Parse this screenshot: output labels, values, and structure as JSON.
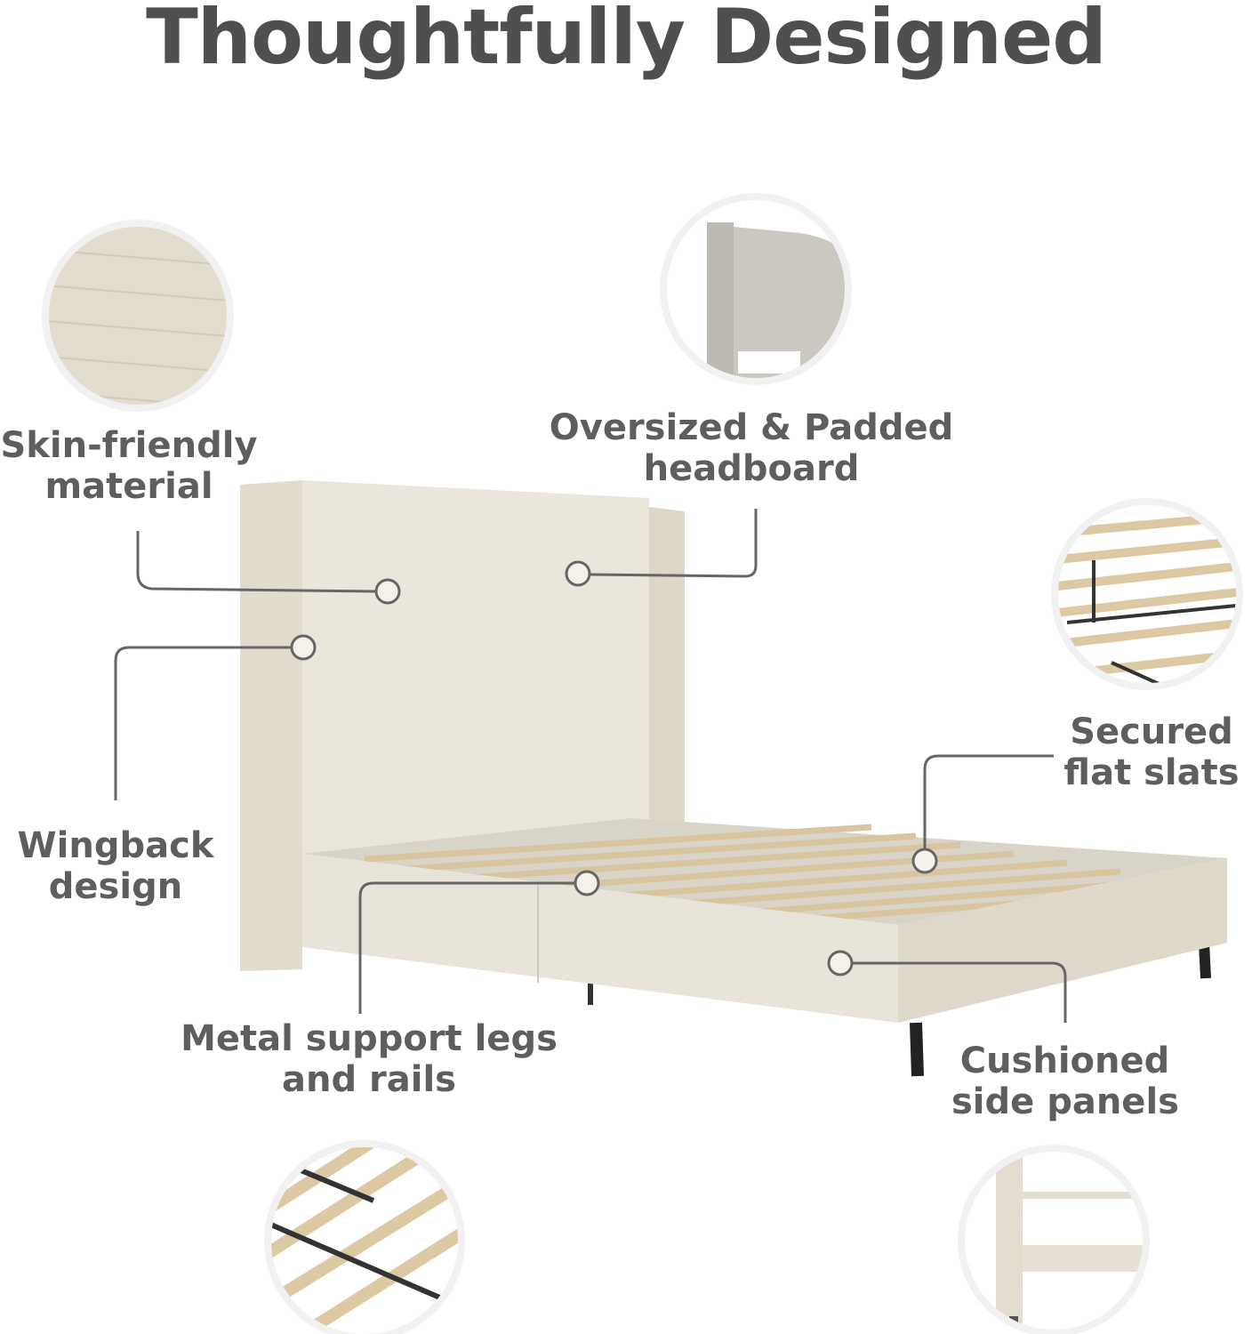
{
  "title": "Thoughtfully Designed",
  "features": [
    {
      "line1": "Skin-friendly",
      "line2": "material"
    },
    {
      "line1": "Oversized & Padded",
      "line2": "headboard"
    },
    {
      "line1": "Secured",
      "line2": "flat slats"
    },
    {
      "line1": "Wingback",
      "line2": "design"
    },
    {
      "line1": "Metal support legs",
      "line2": "and rails"
    },
    {
      "line1": "Cushioned",
      "line2": "side panels"
    }
  ],
  "colors": {
    "text": "#5e5e5e",
    "fabric": "#e8e3d8",
    "slat": "#dcc9a3",
    "metal": "#3a3a3a",
    "callout": "#666666"
  }
}
